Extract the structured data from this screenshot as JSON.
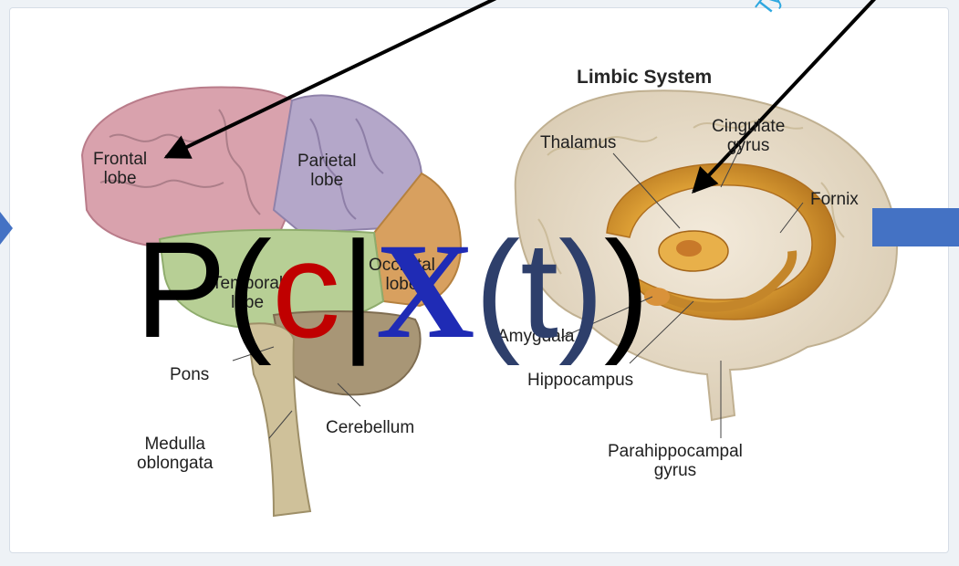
{
  "colors": {
    "formula_black": "#000000",
    "formula_c": "#c00000",
    "formula_x": "#1f2bb5",
    "formula_t": "#2e3f6b",
    "typed_text": "#2ea8e0",
    "arrow_right": "#4472c4"
  },
  "left_brain": {
    "labels": {
      "frontal": "Frontal\nlobe",
      "parietal": "Parietal\nlobe",
      "temporal": "Temporal\nlobe",
      "occipital": "Occipital\nlobe",
      "pons": "Pons",
      "medulla": "Medulla\noblongata",
      "cerebellum": "Cerebellum"
    }
  },
  "right_brain": {
    "title": "Limbic System",
    "labels": {
      "thalamus": "Thalamus",
      "cingulate": "Cingulate\ngyrus",
      "fornix": "Fornix",
      "amygdala": "Amygdala",
      "hippocampus": "Hippocampus",
      "parahippocampal": "Parahippocampal\ngyrus"
    }
  },
  "formula": {
    "p": "P",
    "open_paren": "(",
    "c": "c",
    "bar": "|",
    "x": "X",
    "t_group": "(t)",
    "close_paren": ")"
  },
  "annotation": {
    "typed_text": "Type"
  },
  "icons": [
    "left-chevron-icon",
    "right-arrow-icon"
  ]
}
